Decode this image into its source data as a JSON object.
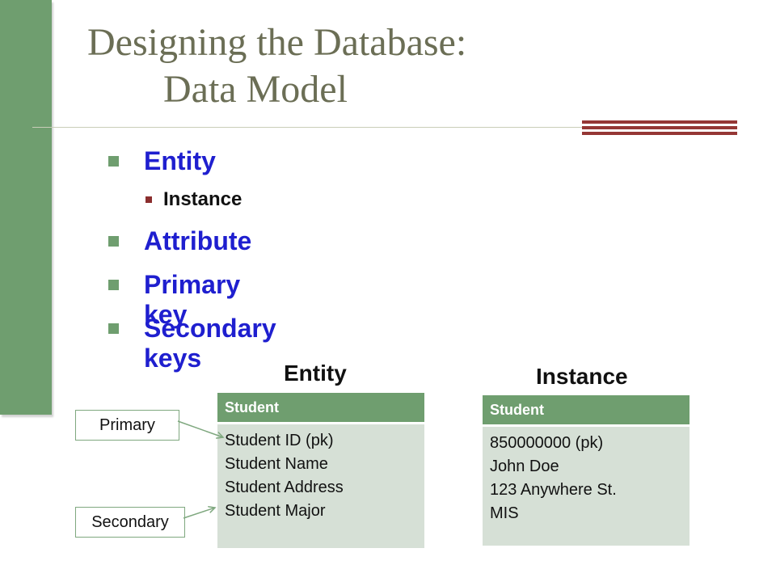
{
  "slide": {
    "title_line1": "Designing the Database:",
    "title_line2": "Data Model",
    "bullets": [
      {
        "text": "Entity",
        "level": 1
      },
      {
        "text": "Instance",
        "level": 2
      },
      {
        "text": "Attribute",
        "level": 1
      },
      {
        "text": "Primary key",
        "level": 1
      },
      {
        "text": "Secondary keys",
        "level": 1
      }
    ]
  },
  "diagram": {
    "entity_heading": "Entity",
    "instance_heading": "Instance",
    "entity_box": {
      "header": "Student",
      "rows": [
        "Student ID (pk)",
        "Student Name",
        "Student Address",
        "Student Major"
      ]
    },
    "instance_box": {
      "header": "Student",
      "rows": [
        "850000000 (pk)",
        "John Doe",
        "123 Anywhere St.",
        "MIS"
      ]
    },
    "labels": {
      "primary": "Primary",
      "secondary": "Secondary"
    }
  },
  "colors": {
    "accent_green": "#6f9e6f",
    "accent_red": "#953735",
    "bullet_blue": "#1f1fcf",
    "title_color": "#6b6e55"
  }
}
